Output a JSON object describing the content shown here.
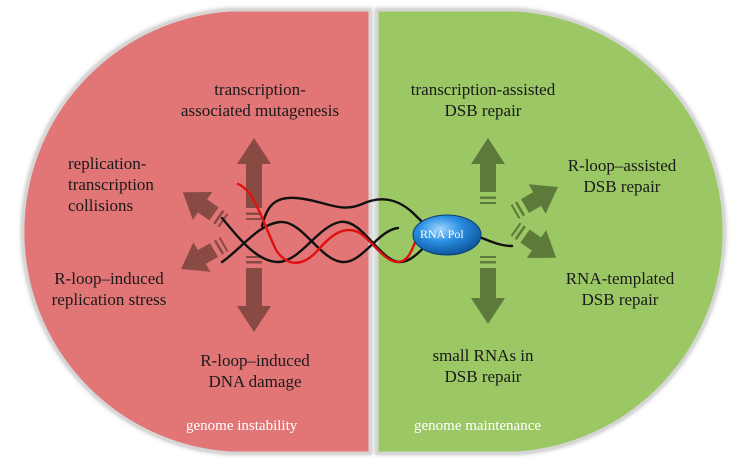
{
  "left_panel": {
    "color": "#e27676",
    "footer": "genome instability",
    "labels": {
      "top": "transcription-\nassociated mutagenesis",
      "upper_left": "replication-\ntranscription\ncollisions",
      "lower_left": "R-loop–induced\nreplication stress",
      "bottom": "R-loop–induced\nDNA damage"
    }
  },
  "right_panel": {
    "color": "#9bc865",
    "footer": "genome maintenance",
    "labels": {
      "top": "transcription-assisted\nDSB repair",
      "upper_right": "R-loop–assisted\nDSB repair",
      "lower_right": "RNA-templated\nDSB repair",
      "bottom": "small RNAs in\nDSB repair"
    }
  },
  "center": {
    "rna_pol_label": "RNA Pol",
    "rna_pol_color": "#1a7fd0",
    "dna_color": "#111111",
    "rna_color": "#e01010"
  },
  "arrows": {
    "left_color": "#8a4a44",
    "right_color": "#5d7a3a"
  }
}
